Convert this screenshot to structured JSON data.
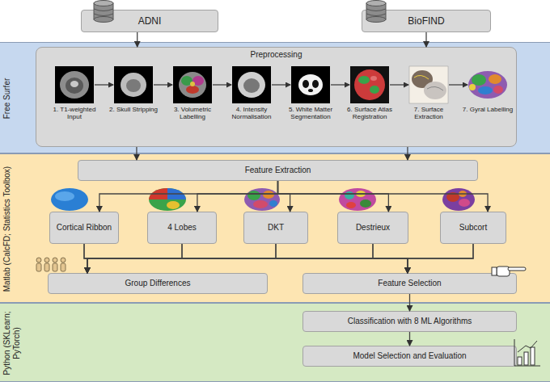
{
  "diagram": {
    "nodes": [
      {
        "text": [
          "ADNI"
        ]
      },
      {
        "text": [
          "BioFIND"
        ]
      },
      {
        "text": [
          "Free Surfer"
        ]
      },
      {
        "text": [
          "Preprocessing"
        ],
        "in": 2
      },
      {
        "text": [
          "Matlab (CalcFD; Statistics Toolbox)"
        ]
      },
      {
        "text": [
          "Feature Extraction"
        ],
        "in": 4
      },
      {
        "text": [
          "Cortical Ribbon"
        ],
        "in": 4
      },
      {
        "text": [
          "4 Lobes"
        ],
        "in": 4
      },
      {
        "text": [
          "DKT"
        ],
        "in": 4
      },
      {
        "text": [
          "Destrieux"
        ],
        "in": 4
      },
      {
        "text": [
          "Subcort"
        ],
        "in": 4
      },
      {
        "text": [
          "Group Differences"
        ],
        "in": 4
      },
      {
        "text": [
          "Feature Selection"
        ],
        "in": 4
      },
      {
        "text": [
          "Python (SKLearn; PyTorch)"
        ]
      },
      {
        "text": [
          "Classification with 8 ML Algorithms"
        ],
        "in": 13
      },
      {
        "text": [
          "Model Selection and Evaluation"
        ],
        "in": 13
      }
    ],
    "edges": [
      {
        "from": 0,
        "to": 3,
        "arrow": "to"
      },
      {
        "from": 1,
        "to": 3,
        "arrow": "to"
      },
      {
        "from": 3,
        "to": 5,
        "arrow": "to"
      },
      {
        "from": 3,
        "to": 5,
        "arrow": "to"
      },
      {
        "from": 5,
        "to": 6,
        "arrow": "to"
      },
      {
        "from": 5,
        "to": 7,
        "arrow": "to"
      },
      {
        "from": 5,
        "to": 8,
        "arrow": "to"
      },
      {
        "from": 5,
        "to": 9,
        "arrow": "to"
      },
      {
        "from": 5,
        "to": 10,
        "arrow": "to"
      },
      {
        "from": 6,
        "to": 11,
        "arrow": "to"
      },
      {
        "from": 7,
        "to": 11,
        "arrow": "to"
      },
      {
        "from": 8,
        "to": 11,
        "arrow": "to"
      },
      {
        "from": 9,
        "to": 11,
        "arrow": "to"
      },
      {
        "from": 10,
        "to": 11,
        "arrow": "to"
      },
      {
        "from": 6,
        "to": 12,
        "arrow": "to"
      },
      {
        "from": 7,
        "to": 12,
        "arrow": "to"
      },
      {
        "from": 8,
        "to": 12,
        "arrow": "to"
      },
      {
        "from": 9,
        "to": 12,
        "arrow": "to"
      },
      {
        "from": 10,
        "to": 12,
        "arrow": "to"
      },
      {
        "from": 12,
        "to": 14,
        "arrow": "to"
      },
      {
        "from": 14,
        "to": 15,
        "arrow": "to"
      }
    ],
    "labels": [
      "1. T1-weighted Input",
      "2. Skull Stripping",
      "3. Volumetric Labelling",
      "4. Intensity Normalisation",
      "5. White Matter Segmentation",
      "6. Surface Atlas Registration",
      "7. Surface Extraction",
      "7. Gyral Labelling"
    ]
  }
}
